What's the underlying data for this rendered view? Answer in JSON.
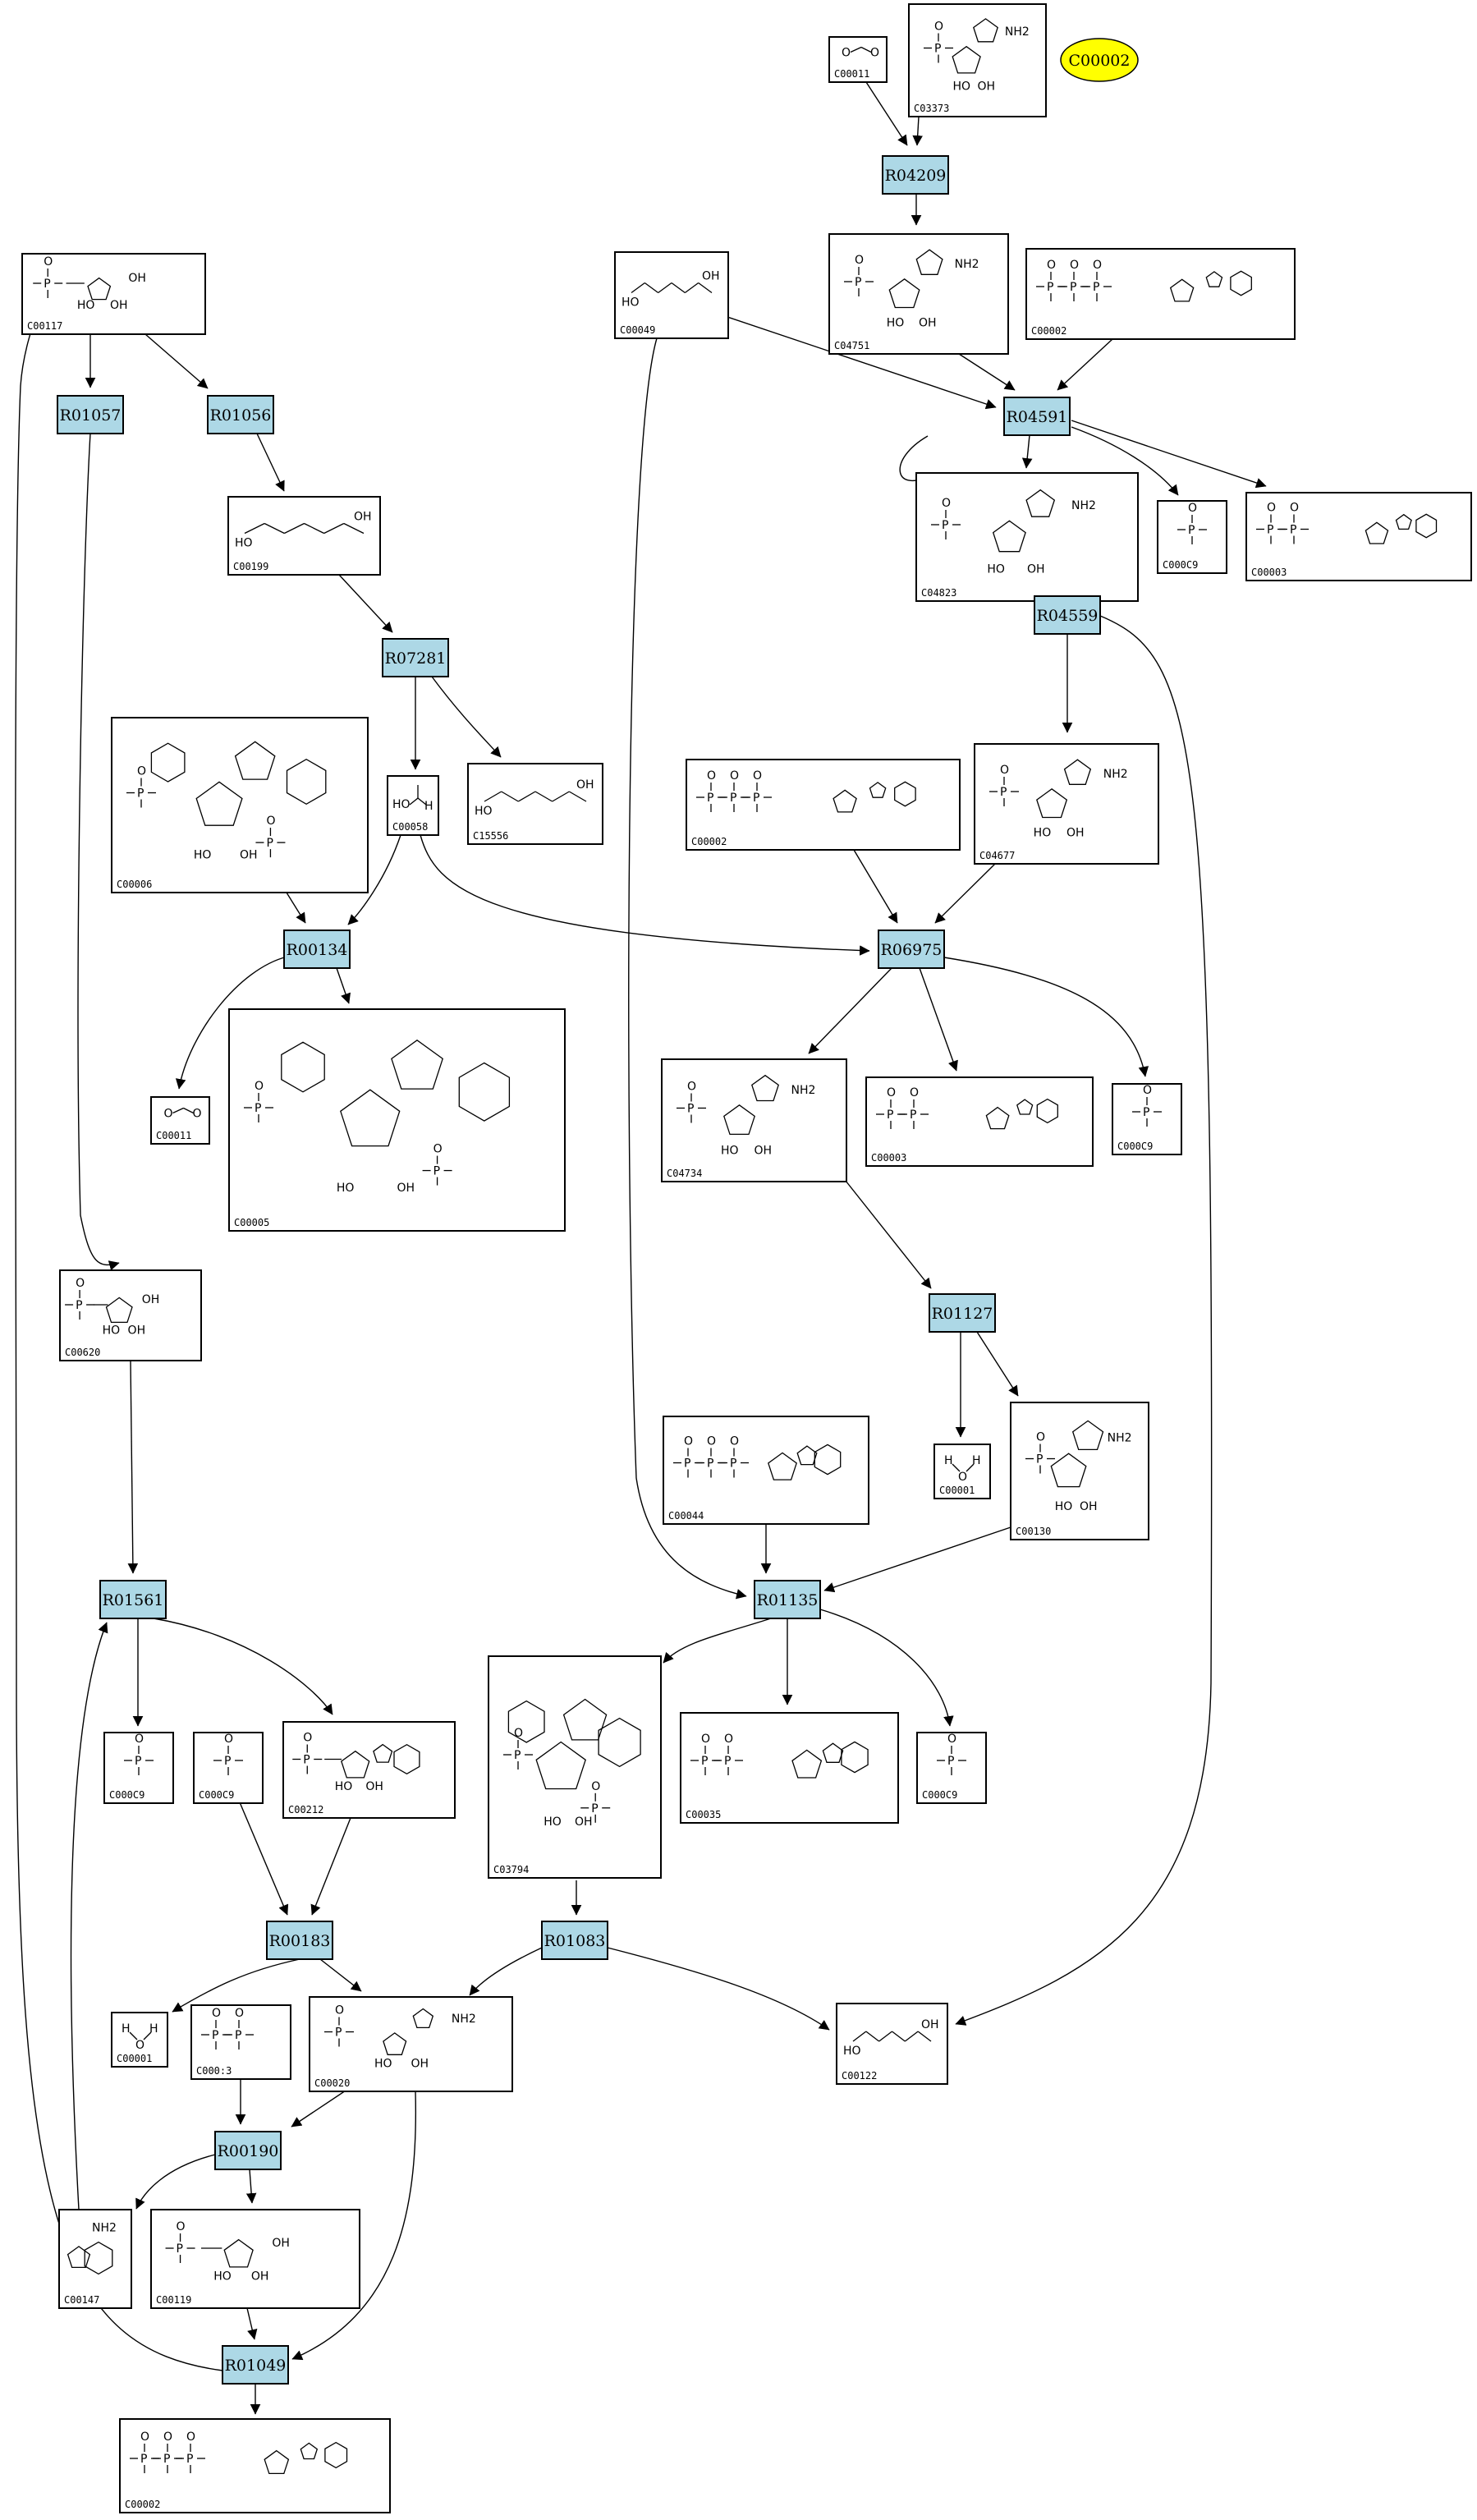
{
  "colors": {
    "reaction_fill": "#add8e6",
    "legend_fill": "#ffff00"
  },
  "legend": {
    "label": "C00002"
  },
  "reactions": [
    {
      "id": "R04209",
      "label": "R04209"
    },
    {
      "id": "R01057",
      "label": "R01057"
    },
    {
      "id": "R01056",
      "label": "R01056"
    },
    {
      "id": "R04591",
      "label": "R04591"
    },
    {
      "id": "R07281",
      "label": "R07281"
    },
    {
      "id": "R04559",
      "label": "R04559"
    },
    {
      "id": "R00134",
      "label": "R00134"
    },
    {
      "id": "R06975",
      "label": "R06975"
    },
    {
      "id": "R01127",
      "label": "R01127"
    },
    {
      "id": "R01561",
      "label": "R01561"
    },
    {
      "id": "R01135",
      "label": "R01135"
    },
    {
      "id": "R00183",
      "label": "R00183"
    },
    {
      "id": "R01083",
      "label": "R01083"
    },
    {
      "id": "R00190",
      "label": "R00190"
    },
    {
      "id": "R01049",
      "label": "R01049"
    }
  ],
  "compounds": [
    {
      "id": "c_C00011a",
      "label": "C00011",
      "glyph": "co2"
    },
    {
      "id": "c_C03373",
      "label": "C03373",
      "glyph": "nucleotide"
    },
    {
      "id": "c_C00117",
      "label": "C00117",
      "glyph": "sugar"
    },
    {
      "id": "c_C00049",
      "label": "C00049",
      "glyph": "acid"
    },
    {
      "id": "c_C04751",
      "label": "C04751",
      "glyph": "nucleotide"
    },
    {
      "id": "c_C00002a",
      "label": "C00002",
      "glyph": "triphosphate"
    },
    {
      "id": "c_C04823",
      "label": "C04823",
      "glyph": "nucleotide"
    },
    {
      "id": "c_C00009a",
      "label": "C000C9",
      "glyph": "phosphate"
    },
    {
      "id": "c_C00008a",
      "label": "C00003",
      "glyph": "diphosphate"
    },
    {
      "id": "c_C00199",
      "label": "C00199",
      "glyph": "chain"
    },
    {
      "id": "c_C00006",
      "label": "C00006",
      "glyph": "cofactor"
    },
    {
      "id": "c_C00058",
      "label": "C00058",
      "glyph": "formate"
    },
    {
      "id": "c_C15556",
      "label": "C15556",
      "glyph": "chain"
    },
    {
      "id": "c_C00002b",
      "label": "C00002",
      "glyph": "triphosphate"
    },
    {
      "id": "c_C04677",
      "label": "C04677",
      "glyph": "nucleotide"
    },
    {
      "id": "c_C00011b",
      "label": "C00011",
      "glyph": "co2"
    },
    {
      "id": "c_C00005",
      "label": "C00005",
      "glyph": "cofactor"
    },
    {
      "id": "c_C04734",
      "label": "C04734",
      "glyph": "nucleotide"
    },
    {
      "id": "c_C00008b",
      "label": "C00003",
      "glyph": "diphosphate"
    },
    {
      "id": "c_C00009b",
      "label": "C000C9",
      "glyph": "phosphate"
    },
    {
      "id": "c_C00620",
      "label": "C00620",
      "glyph": "sugar"
    },
    {
      "id": "c_C00044",
      "label": "C00044",
      "glyph": "triphosphate"
    },
    {
      "id": "c_C00001a",
      "label": "C00001",
      "glyph": "water"
    },
    {
      "id": "c_C00130",
      "label": "C00130",
      "glyph": "nucleotide"
    },
    {
      "id": "c_C03794",
      "label": "C03794",
      "glyph": "cofactor"
    },
    {
      "id": "c_C00009c",
      "label": "C000C9",
      "glyph": "phosphate"
    },
    {
      "id": "c_C00009d",
      "label": "C000C9",
      "glyph": "phosphate"
    },
    {
      "id": "c_C00212",
      "label": "C00212",
      "glyph": "nucleoside"
    },
    {
      "id": "c_C00035",
      "label": "C00035",
      "glyph": "diphosphate"
    },
    {
      "id": "c_C00009e",
      "label": "C000C9",
      "glyph": "phosphate"
    },
    {
      "id": "c_C00001b",
      "label": "C00001",
      "glyph": "water"
    },
    {
      "id": "c_C00013",
      "label": "C000:3",
      "glyph": "pyrophosphate"
    },
    {
      "id": "c_C00020",
      "label": "C00020",
      "glyph": "nucleotide"
    },
    {
      "id": "c_C00122",
      "label": "C00122",
      "glyph": "acid"
    },
    {
      "id": "c_C00147",
      "label": "C00147",
      "glyph": "base"
    },
    {
      "id": "c_C00119",
      "label": "C00119",
      "glyph": "sugar"
    },
    {
      "id": "c_C00002c",
      "label": "C00002",
      "glyph": "triphosphate"
    }
  ]
}
